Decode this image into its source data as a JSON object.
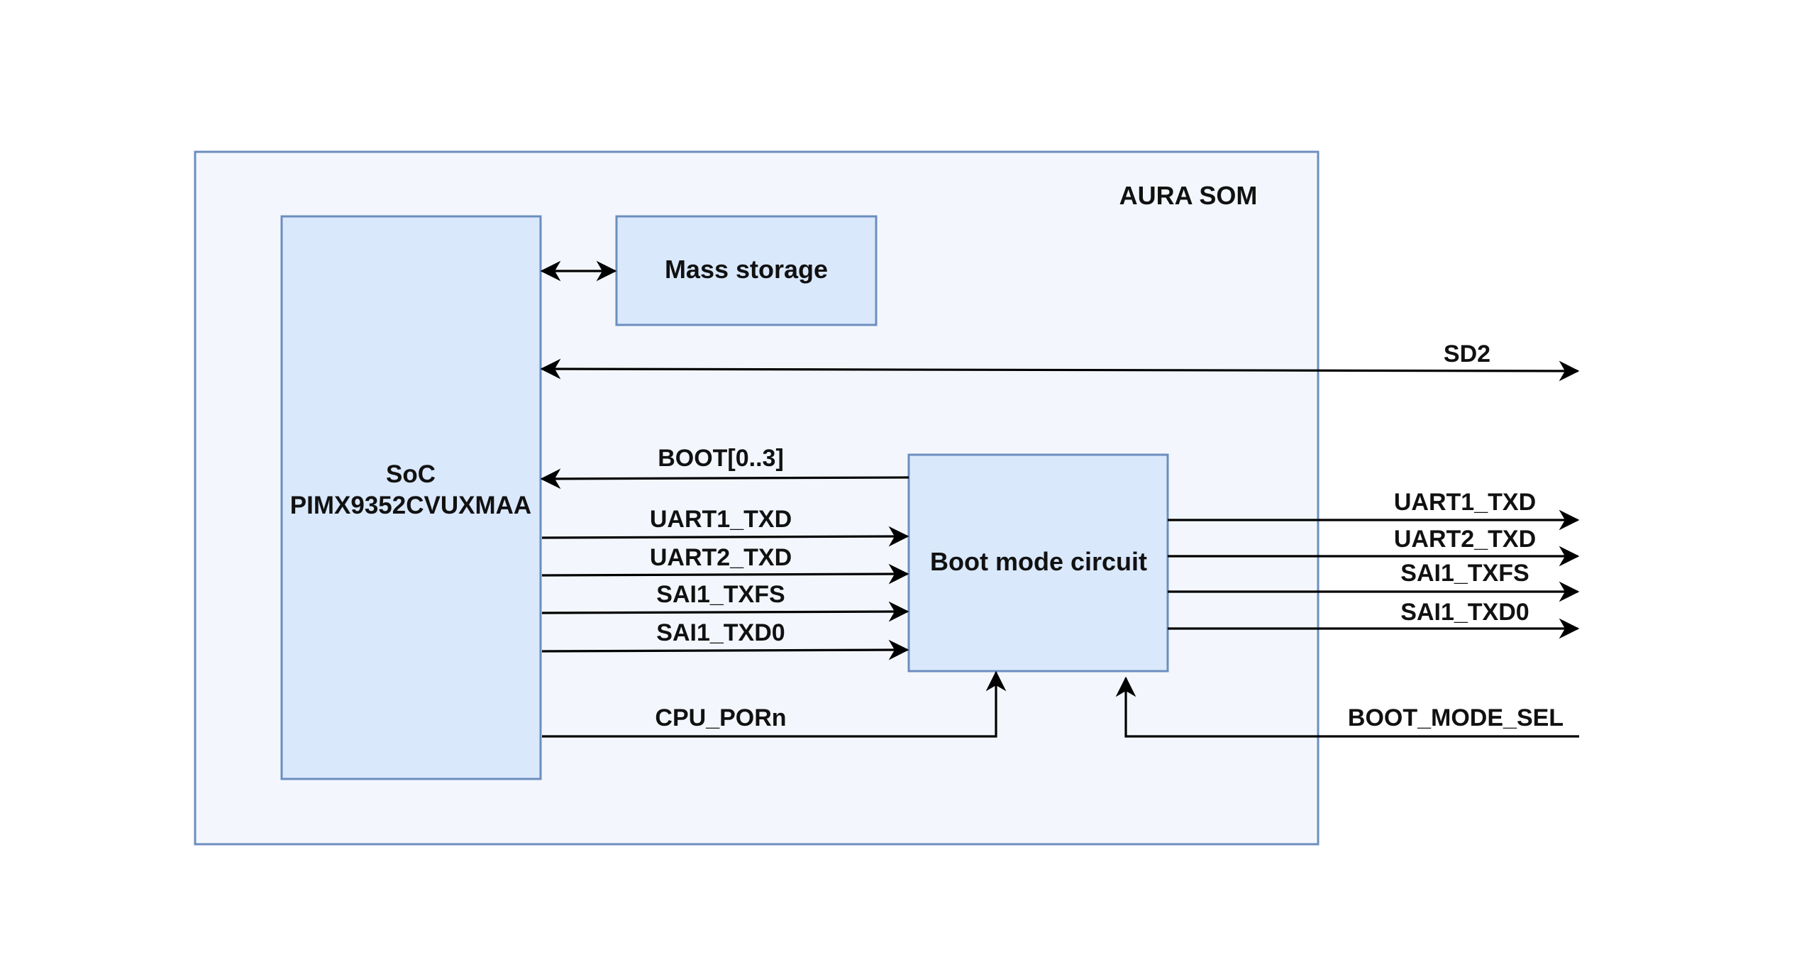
{
  "colors": {
    "som_fill": "#f3f7fd",
    "block_fill": "#dae8fc",
    "block_stroke": "#6c8ebf",
    "wire": "#000000",
    "text": "#111111"
  },
  "som": {
    "title": "AURA SOM"
  },
  "blocks": {
    "soc": {
      "line1": "SoC",
      "line2": "PIMX9352CVUXMAA"
    },
    "mass_storage": {
      "label": "Mass storage"
    },
    "boot_mode_circuit": {
      "label": "Boot mode circuit"
    }
  },
  "signals": {
    "sd2": "SD2",
    "boot_pins": "BOOT[0..3]",
    "soc_to_boot": [
      "UART1_TXD",
      "UART2_TXD",
      "SAI1_TXFS",
      "SAI1_TXD0"
    ],
    "boot_to_out": [
      "UART1_TXD",
      "UART2_TXD",
      "SAI1_TXFS",
      "SAI1_TXD0"
    ],
    "cpu_reset": "CPU_PORn",
    "boot_mode_sel": "BOOT_MODE_SEL"
  }
}
